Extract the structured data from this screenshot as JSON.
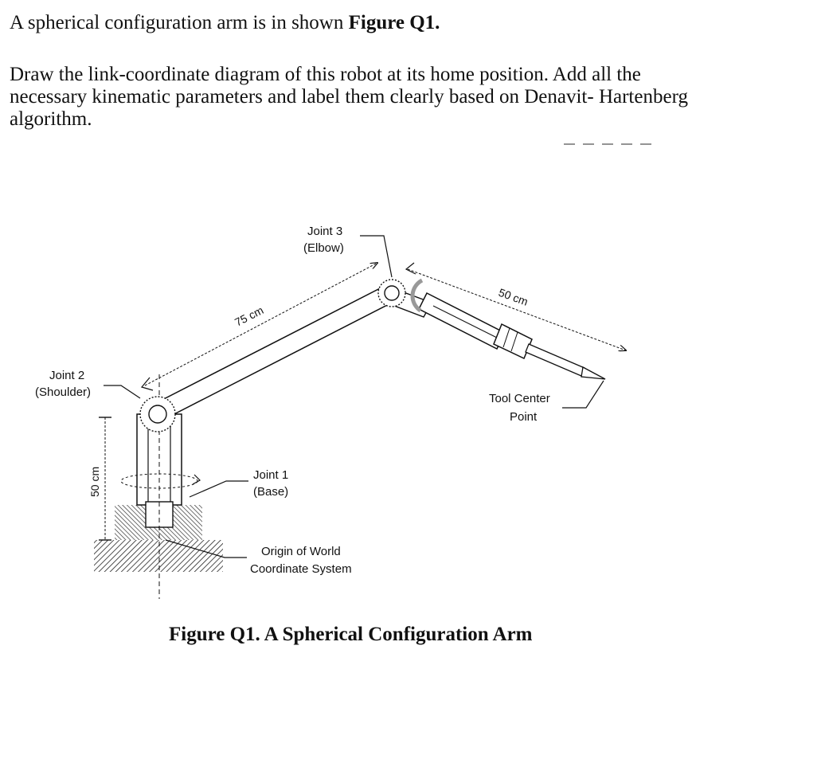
{
  "question": {
    "intro_text": "A spherical configuration arm is in shown ",
    "intro_bold": "Figure Q1.",
    "task_text": "Draw the link-coordinate diagram of this robot at its home position. Add all the necessary kinematic parameters and label them clearly based on Denavit- Hartenberg algorithm."
  },
  "figure": {
    "caption": "Figure Q1. A Spherical Configuration Arm",
    "labels": {
      "joint3_line1": "Joint 3",
      "joint3_line2": "(Elbow)",
      "joint2_line1": "Joint 2",
      "joint2_line2": "(Shoulder)",
      "joint1_line1": "Joint 1",
      "joint1_line2": "(Base)",
      "origin_line1": "Origin of World",
      "origin_line2": "Coordinate System",
      "tcp_line1": "Tool Center",
      "tcp_line2": "Point",
      "dim_upper_arm": "75 cm",
      "dim_forearm": "50 cm",
      "dim_base_height": "50 cm"
    }
  }
}
